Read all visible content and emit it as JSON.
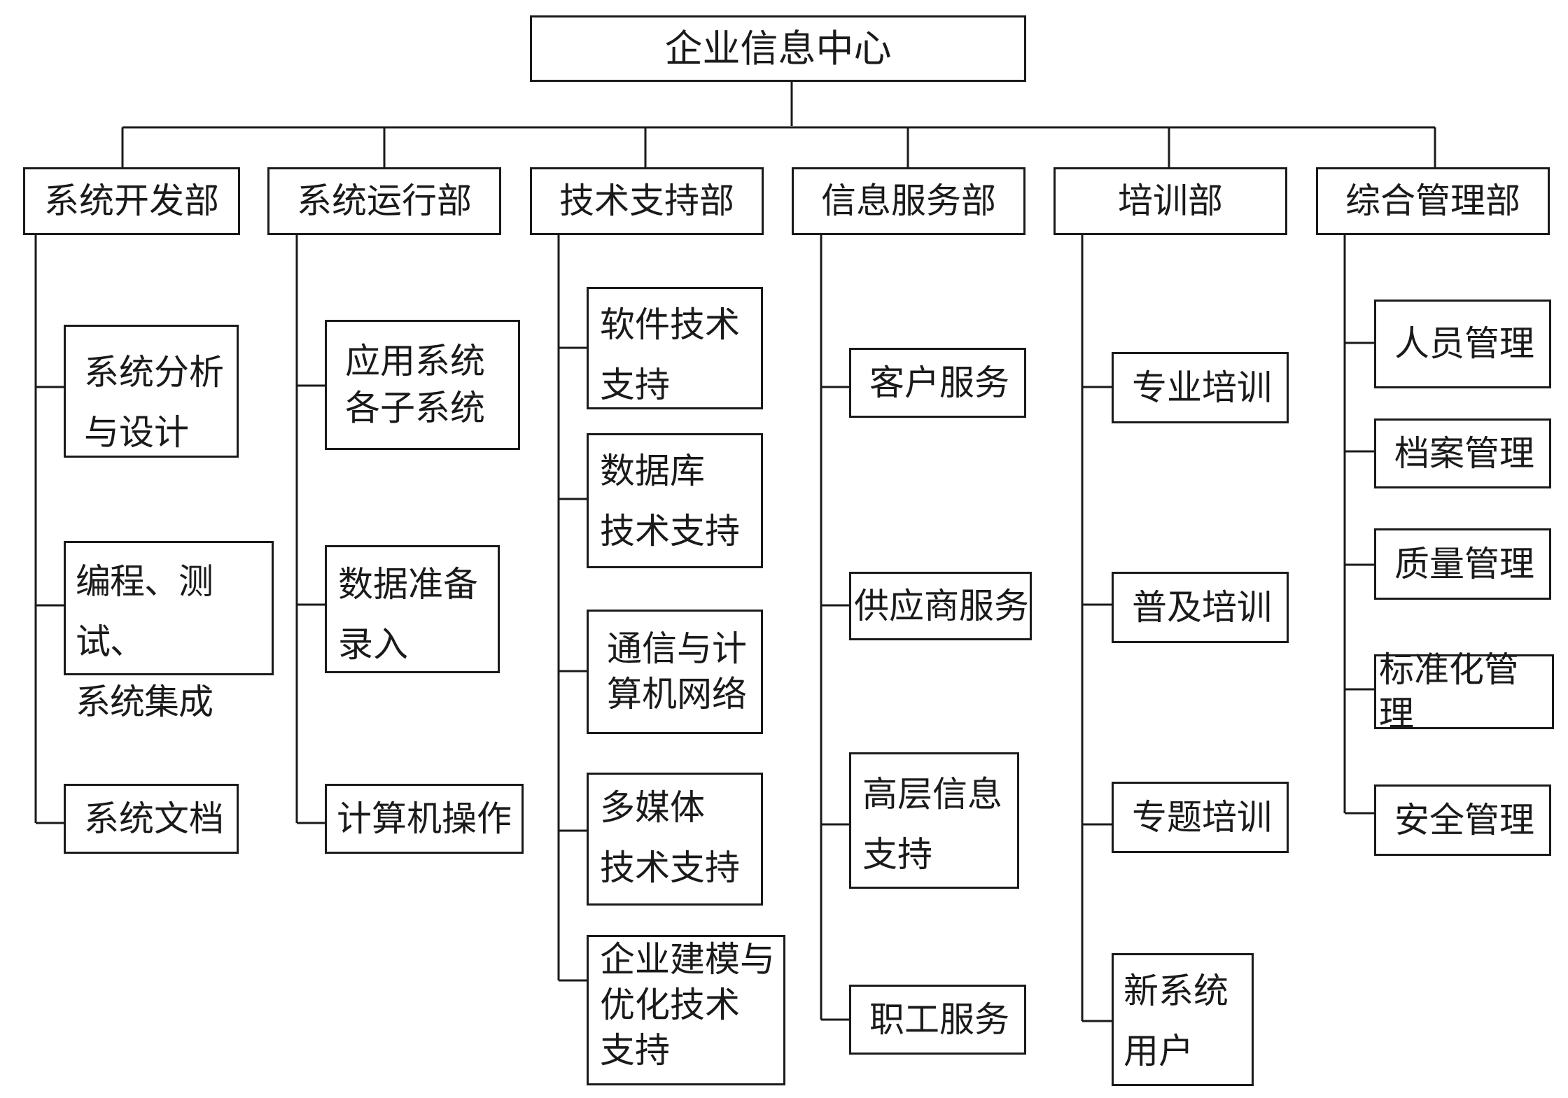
{
  "root": "企业信息中心",
  "departments": [
    {
      "name": "系统开发部",
      "children": [
        "系统分析\n与设计",
        "编程、测试、\n系统集成",
        "系统文档"
      ]
    },
    {
      "name": "系统运行部",
      "children": [
        "应用系统\n各子系统",
        "数据准备\n录入",
        "计算机操作"
      ]
    },
    {
      "name": "技术支持部",
      "children": [
        "软件技术\n支持",
        "数据库\n技术支持",
        "通信与计\n算机网络",
        "多媒体\n技术支持",
        "企业建模与\n优化技术\n支持"
      ]
    },
    {
      "name": "信息服务部",
      "children": [
        "客户服务",
        "供应商服务",
        "高层信息\n支持",
        "职工服务"
      ]
    },
    {
      "name": "培训部",
      "children": [
        "专业培训",
        "普及培训",
        "专题培训",
        "新系统\n用户"
      ]
    },
    {
      "name": "综合管理部",
      "children": [
        "人员管理",
        "档案管理",
        "质量管理",
        "标准化管理",
        "安全管理"
      ]
    }
  ],
  "colors": {
    "line": "#1a1a1a",
    "box_border": "#1a1a1a",
    "background": "#ffffff"
  }
}
